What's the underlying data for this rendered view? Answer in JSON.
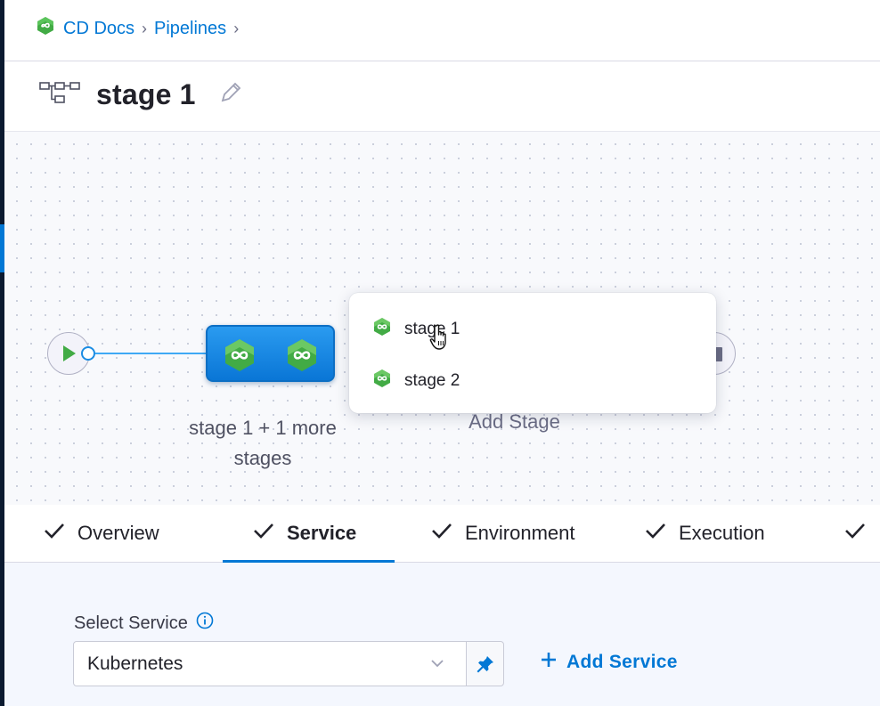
{
  "breadcrumb": {
    "items": [
      "CD Docs",
      "Pipelines"
    ]
  },
  "stage": {
    "title": "stage 1"
  },
  "pipeline": {
    "group_label": "stage 1 + 1 more stages",
    "add_stage_label": "Add Stage"
  },
  "popover": {
    "items": [
      "stage 1",
      "stage 2"
    ]
  },
  "tabs": [
    {
      "label": "Overview",
      "active": false
    },
    {
      "label": "Service",
      "active": true
    },
    {
      "label": "Environment",
      "active": false
    },
    {
      "label": "Execution",
      "active": false
    }
  ],
  "service": {
    "label": "Select Service",
    "selected": "Kubernetes",
    "add_label": "Add Service"
  },
  "colors": {
    "brand_blue": "#0278d5",
    "stage_green": "#42ab45",
    "text_dark": "#22222a"
  },
  "icons": [
    "cd-module-icon",
    "pipeline-stage-icon",
    "edit-icon",
    "play-icon",
    "stop-icon",
    "check-icon",
    "info-icon",
    "chevron-down-icon",
    "pin-icon",
    "plus-icon",
    "hand-cursor-icon"
  ]
}
